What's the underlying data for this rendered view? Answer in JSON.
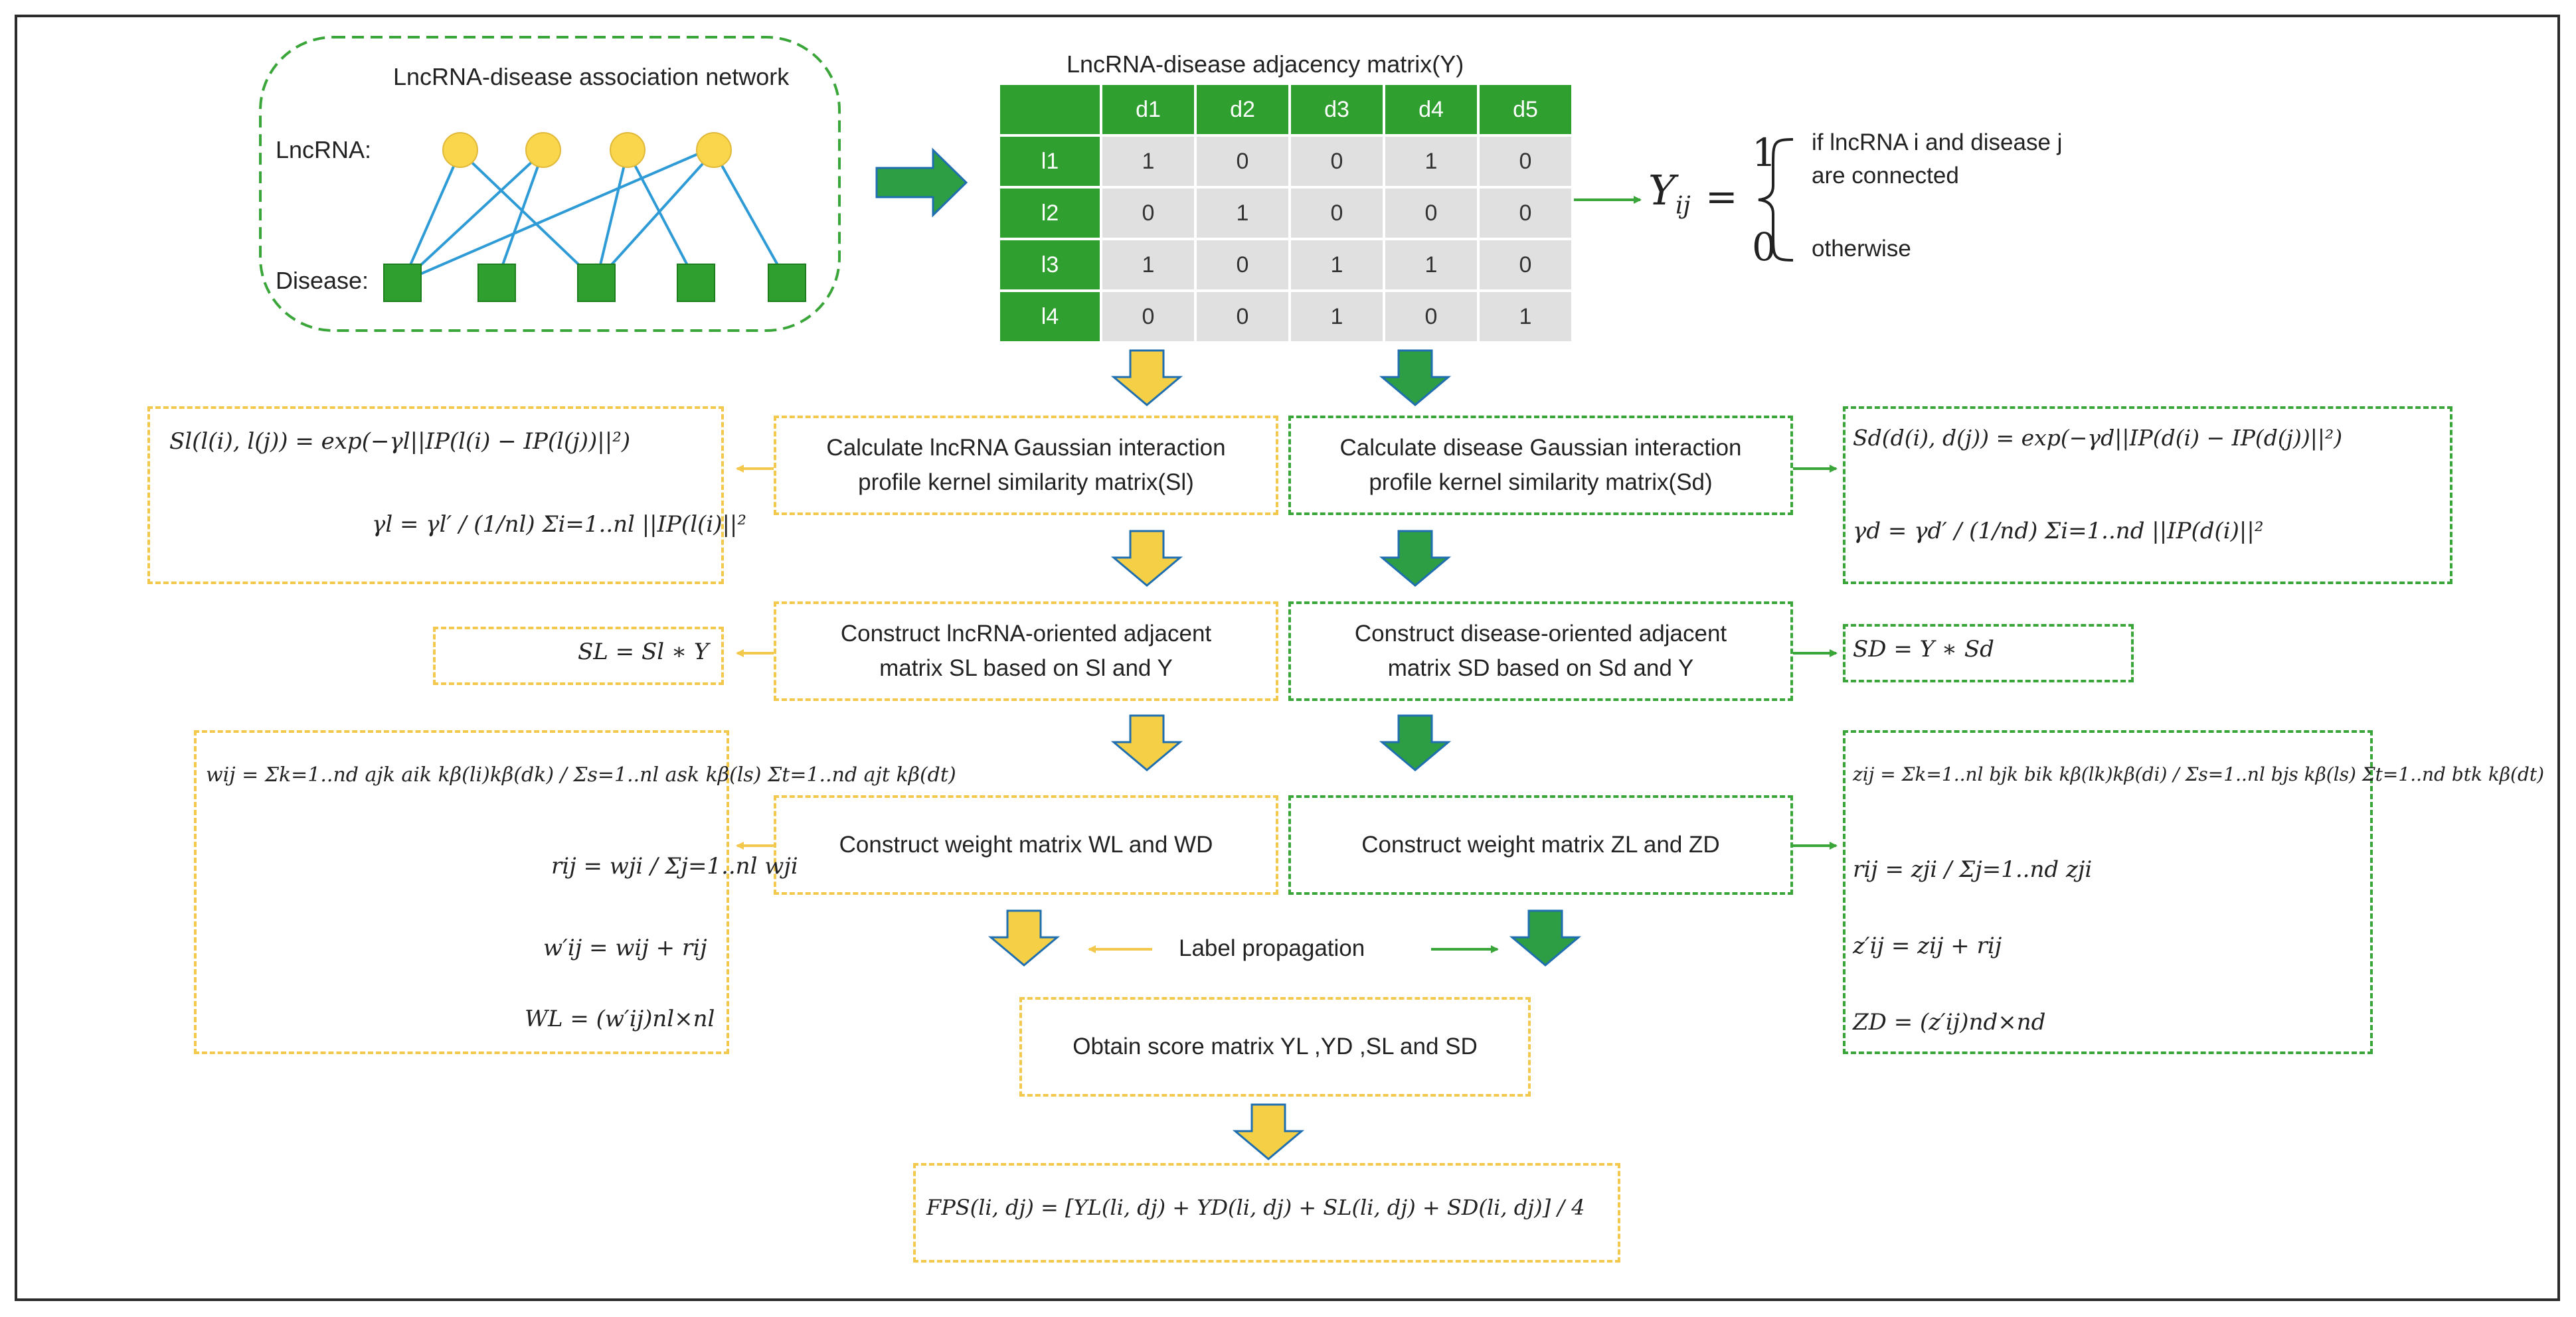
{
  "network": {
    "title": "LncRNA-disease association network",
    "lncrna_label": "LncRNA:",
    "disease_label": "Disease:"
  },
  "matrix": {
    "title": "LncRNA-disease adjacency matrix(Y)",
    "cols": [
      "d1",
      "d2",
      "d3",
      "d4",
      "d5"
    ],
    "rows": [
      {
        "label": "l1",
        "values": [
          "1",
          "0",
          "0",
          "1",
          "0"
        ]
      },
      {
        "label": "l2",
        "values": [
          "0",
          "1",
          "0",
          "0",
          "0"
        ]
      },
      {
        "label": "l3",
        "values": [
          "1",
          "0",
          "1",
          "1",
          "0"
        ]
      },
      {
        "label": "l4",
        "values": [
          "0",
          "0",
          "1",
          "0",
          "1"
        ]
      }
    ]
  },
  "yij": {
    "symbol": "Y",
    "sub": "ij",
    "eq": "=",
    "case1_value": "1",
    "case1_text_1": "if lncRNA i and disease j",
    "case1_text_2": "are connected",
    "case0_value": "0",
    "case0_text": "otherwise"
  },
  "steps": {
    "gauss_l_1": "Calculate lncRNA  Gaussian interaction",
    "gauss_l_2": "profile kernel similarity matrix(Sl)",
    "gauss_d_1": "Calculate disease  Gaussian interaction",
    "gauss_d_2": "profile kernel similarity matrix(Sd)",
    "adj_l_1": "Construct lncRNA-oriented adjacent",
    "adj_l_2": "matrix SL based on Sl and Y",
    "adj_d_1": "Construct disease-oriented adjacent",
    "adj_d_2": "matrix SD based on Sd and Y",
    "weight_l": "Construct weight matrix WL and WD",
    "weight_d": "Construct weight matrix ZL and ZD",
    "label_prop": "Label propagation",
    "score": "Obtain score matrix YL ,YD ,SL and SD"
  },
  "formulas": {
    "sl_sim": "Sl(l(i), l(j)) = exp(−γl||IP(l(i) − IP(l(j))||²)",
    "gamma_l": "γl = γl′ / (1/nl) Σi=1..nl ||IP(l(i)||²",
    "sd_sim": "Sd(d(i), d(j)) = exp(−γd||IP(d(i) − IP(d(j))||²)",
    "gamma_d": "γd = γd′ / (1/nd) Σi=1..nd ||IP(d(i)||²",
    "SL": "SL = Sl ∗ Y",
    "SD": "SD = Y ∗ Sd",
    "wij": "wij = Σk=1..nd  ajk aik kβ(li)kβ(dk) / Σs=1..nl ask kβ(ls) Σt=1..nd ajt kβ(dt)",
    "rij_l": "rij = wji / Σj=1..nl wji",
    "wij_p": "w′ij = wij + rij",
    "WL": "WL = (w′ij)nl×nl",
    "zij": "zij = Σk=1..nl  bjk bik kβ(lk)kβ(di) / Σs=1..nl bjs kβ(ls) Σt=1..nd btk kβ(dt)",
    "rij_d": "rij = zji / Σj=1..nd zji",
    "zij_p": "z′ij = zij + rij",
    "ZD": "ZD = (z′ij)nd×nd",
    "fps": "FPS(li, dj) = [YL(li, dj) + YD(li, dj) + SL(li, dj) + SD(li, dj)] / 4"
  },
  "colors": {
    "green": "#2fa02f",
    "yellow": "#f7d154",
    "edge": "#2e9bd6",
    "node_yellow": "#f9d64c",
    "arrow_green": "#2e9e44",
    "arrow_yellow": "#f5cf45"
  }
}
